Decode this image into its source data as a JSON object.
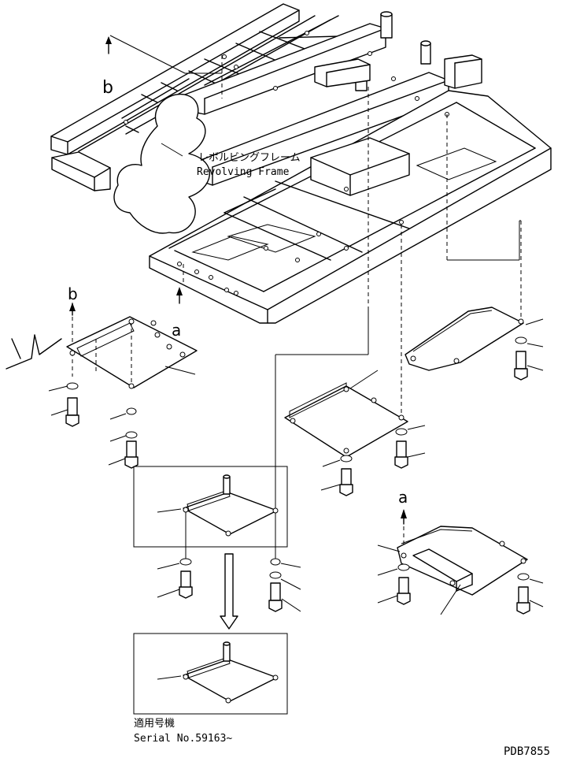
{
  "frame_label": {
    "japanese": "レボルビングフレーム",
    "english": "Revolving Frame"
  },
  "view_markers": {
    "a": "a",
    "b": "b"
  },
  "serial_note": {
    "japanese": "適用号機",
    "english": "Serial No.59163~"
  },
  "drawing_code": "PDB7855"
}
